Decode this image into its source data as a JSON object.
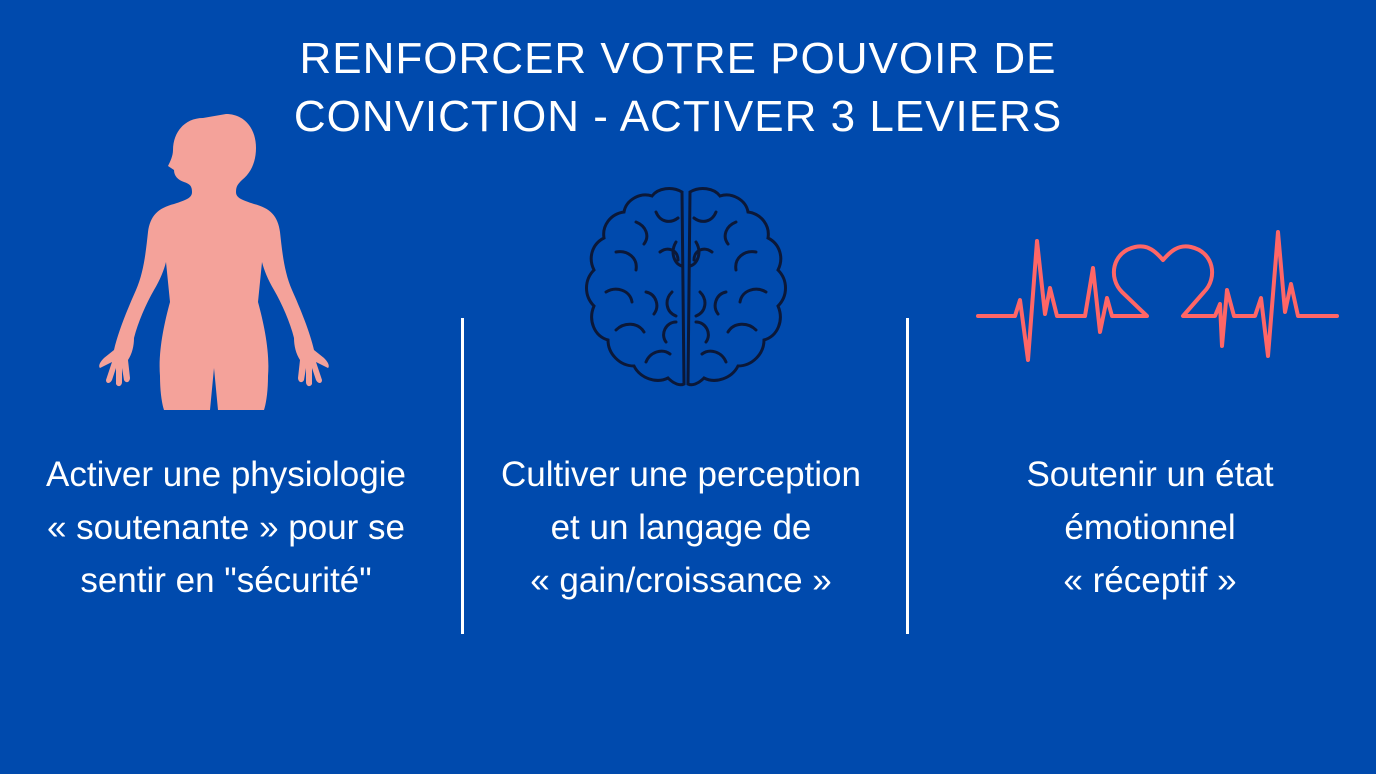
{
  "title": {
    "line1": "RENFORCER VOTRE POUVOIR DE",
    "line2": "CONVICTION - ACTIVER 3 LEVIERS"
  },
  "levers": [
    {
      "icon": "human-body-icon",
      "lines": [
        "Activer une physiologie",
        "« soutenante » pour se",
        "sentir en \"sécurité\""
      ]
    },
    {
      "icon": "brain-icon",
      "lines": [
        "Cultiver une perception",
        "et un langage de",
        "« gain/croissance »"
      ]
    },
    {
      "icon": "heartbeat-heart-icon",
      "lines": [
        "Soutenir un état",
        "émotionnel",
        "« réceptif »"
      ]
    }
  ],
  "colors": {
    "background": "#004AAD",
    "body": "#F4A29A",
    "heartbeat": "#FF6666",
    "brain": "#0B1838"
  }
}
